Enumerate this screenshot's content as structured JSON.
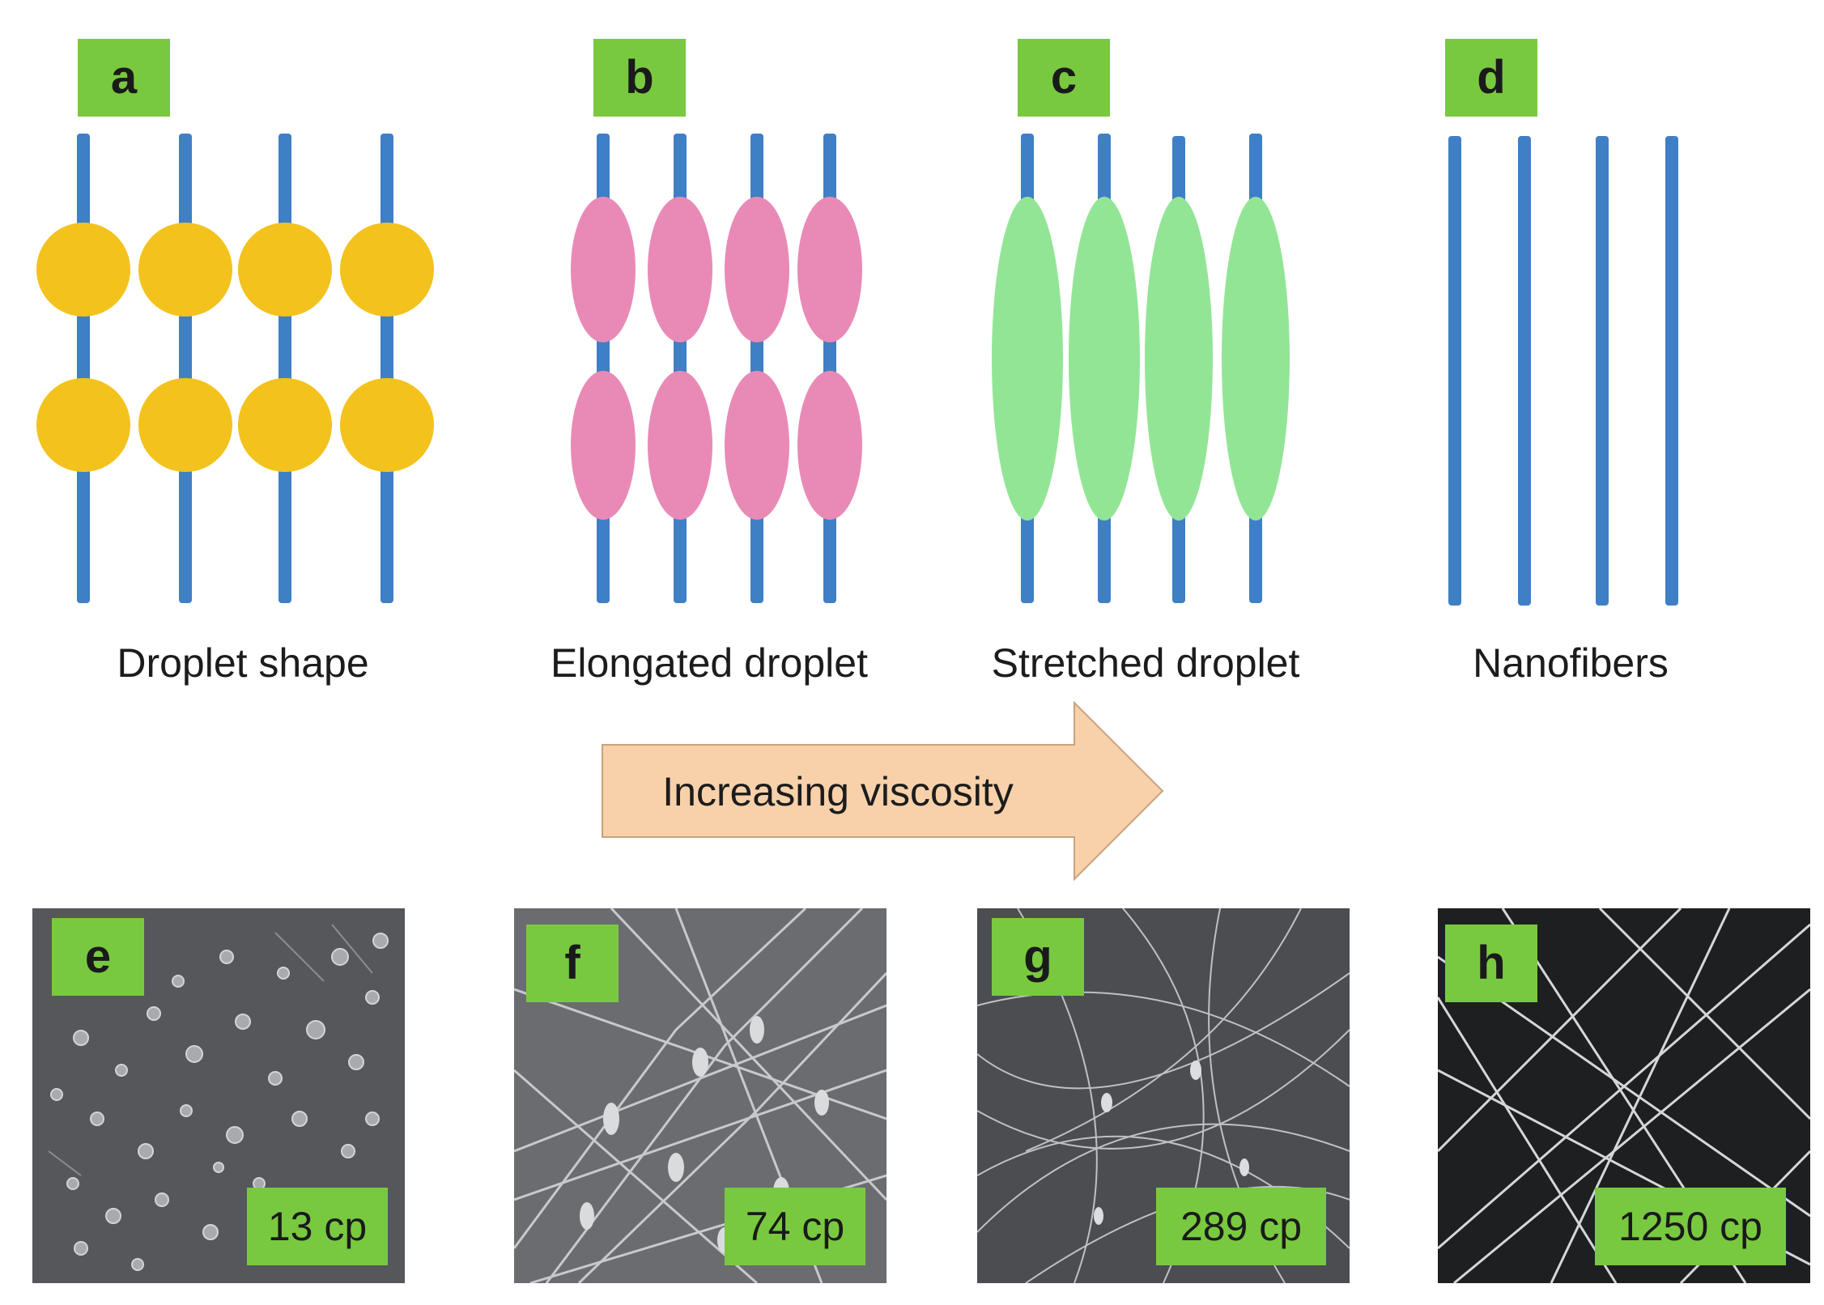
{
  "panels_top": [
    {
      "label": "a",
      "caption": "Droplet shape",
      "color": "#f3c21c"
    },
    {
      "label": "b",
      "caption": "Elongated droplet",
      "color": "#e98ab6"
    },
    {
      "label": "c",
      "caption": "Stretched droplet",
      "color": "#93e596"
    },
    {
      "label": "d",
      "caption": "Nanofibers",
      "color": "#3f7fc6"
    }
  ],
  "arrow": {
    "text": "Increasing viscosity",
    "color": "#f8d1aa"
  },
  "panels_bottom": [
    {
      "label": "e",
      "value": "13 cp"
    },
    {
      "label": "f",
      "value": "74 cp"
    },
    {
      "label": "g",
      "value": "289 cp"
    },
    {
      "label": "h",
      "value": "1250 cp"
    }
  ],
  "colors": {
    "fiber": "#3f7fc6",
    "label_bg": "#79c940"
  }
}
